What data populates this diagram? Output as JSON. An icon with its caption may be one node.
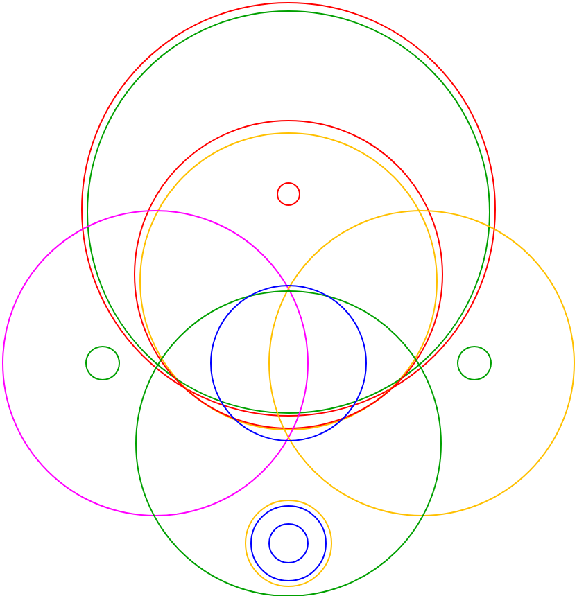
{
  "diagram": {
    "nodes": [
      {
        "text": [],
        "shape": "circle"
      },
      {
        "text": [],
        "shape": "circle"
      },
      {
        "text": [],
        "shape": "circle",
        "in": 1
      },
      {
        "text": [],
        "shape": "circle",
        "in": 0
      },
      {
        "text": [],
        "shape": "circle",
        "in": 3
      },
      {
        "text": [],
        "shape": "circle"
      },
      {
        "text": [],
        "shape": "circle"
      },
      {
        "text": [],
        "shape": "circle",
        "in": 10
      },
      {
        "text": [],
        "shape": "circle",
        "in": 5
      },
      {
        "text": [],
        "shape": "circle",
        "in": 6
      },
      {
        "text": [],
        "shape": "circle"
      },
      {
        "text": [],
        "shape": "circle",
        "in": 10
      },
      {
        "text": [],
        "shape": "circle",
        "in": 11
      },
      {
        "text": [],
        "shape": "circle",
        "in": 12
      }
    ]
  }
}
